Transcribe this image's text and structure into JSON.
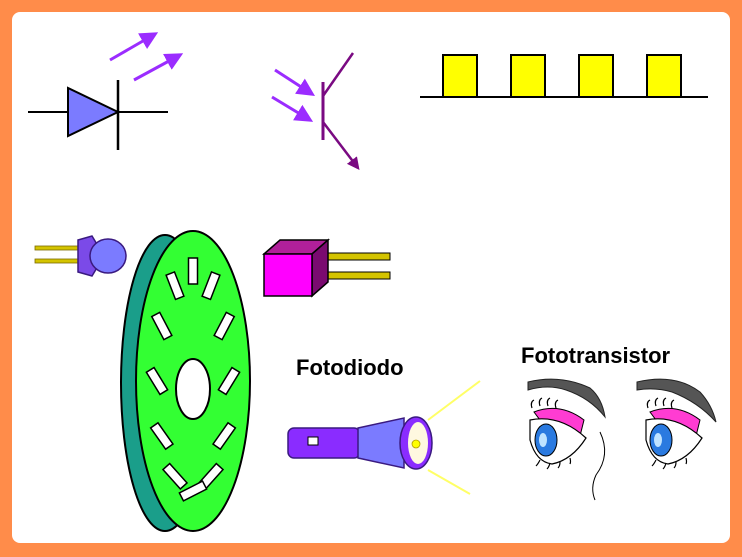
{
  "labels": {
    "photodiode": "Fotodiodo",
    "phototransistor": "Fototransistor"
  },
  "pulse_train": {
    "pulses": 4
  },
  "encoder_disk": {
    "slots": 12
  },
  "colors": {
    "background_border": "#ff8c4a",
    "canvas": "#ffffff",
    "led_fill": "#7b7bff",
    "emission_arrow": "#9b2cff",
    "transistor_arrow": "#7a0a82",
    "pulse_fill": "#ffff00",
    "disk_face": "#33ff33",
    "disk_edge": "#1a9e8a",
    "phototransistor_body": "#ff00ff",
    "pins": "#d4c400",
    "flashlight_body": "#8a2cff",
    "eye_lash_pink": "#ff3cd2"
  }
}
